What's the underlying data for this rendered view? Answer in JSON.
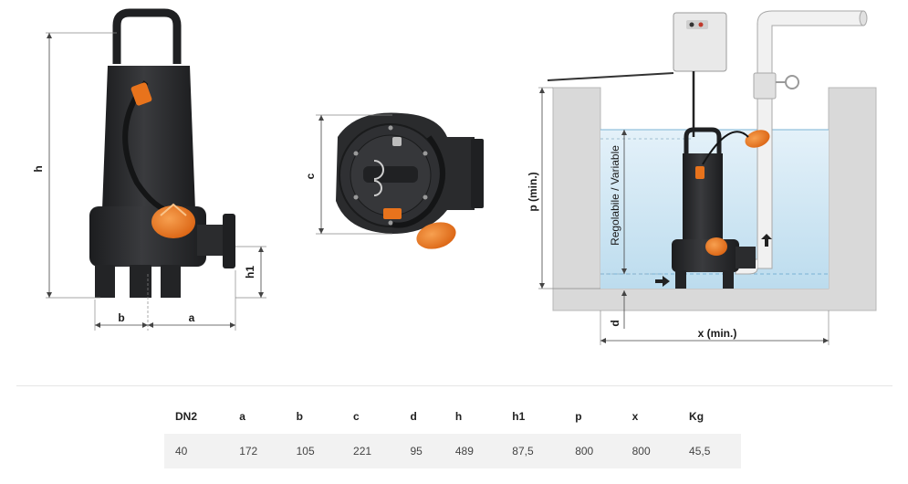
{
  "labels": {
    "h": "h",
    "h1": "h1",
    "b": "b",
    "a": "a",
    "c": "c",
    "p_min": "p  (min.)",
    "regolabile": "Regolabile / Variable",
    "d": "d",
    "x_min": "x (min.)"
  },
  "colors": {
    "pump_body": "#2c2d2f",
    "float_orange": "#e8731c",
    "water": "#cfe6f3",
    "pit_wall": "#d9d9d9",
    "pipe": "#f1f1f1"
  },
  "table": {
    "headers": [
      "DN2",
      "a",
      "b",
      "c",
      "d",
      "h",
      "h1",
      "p",
      "x",
      "Kg"
    ],
    "rows": [
      [
        "40",
        "172",
        "105",
        "221",
        "95",
        "489",
        "87,5",
        "800",
        "800",
        "45,5"
      ]
    ]
  }
}
